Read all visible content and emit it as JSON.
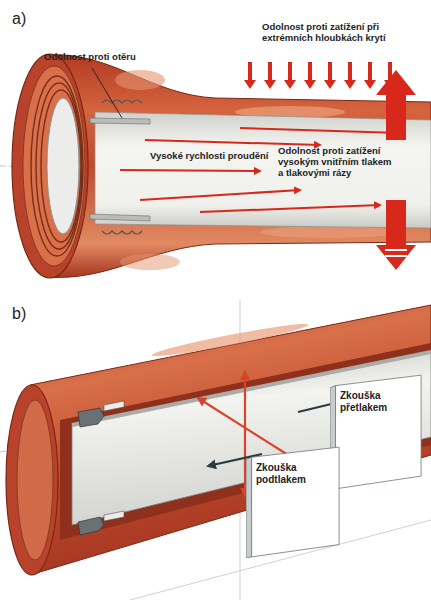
{
  "diagram": {
    "nodes": [
      {
        "text": [
          "Zkouška přetlakem"
        ]
      },
      {
        "text": [
          "Zkouška podtlakem"
        ]
      }
    ],
    "labels": [
      "a)",
      "Odolnost proti otěru",
      "Odolnost proti zatížení při extrémních hloubkách krytí",
      "Vysoké rychlosti proudění",
      "Odolnost proti zatížení vysokým vnitřním tlakem a tlakovými rázy",
      "b)"
    ]
  }
}
